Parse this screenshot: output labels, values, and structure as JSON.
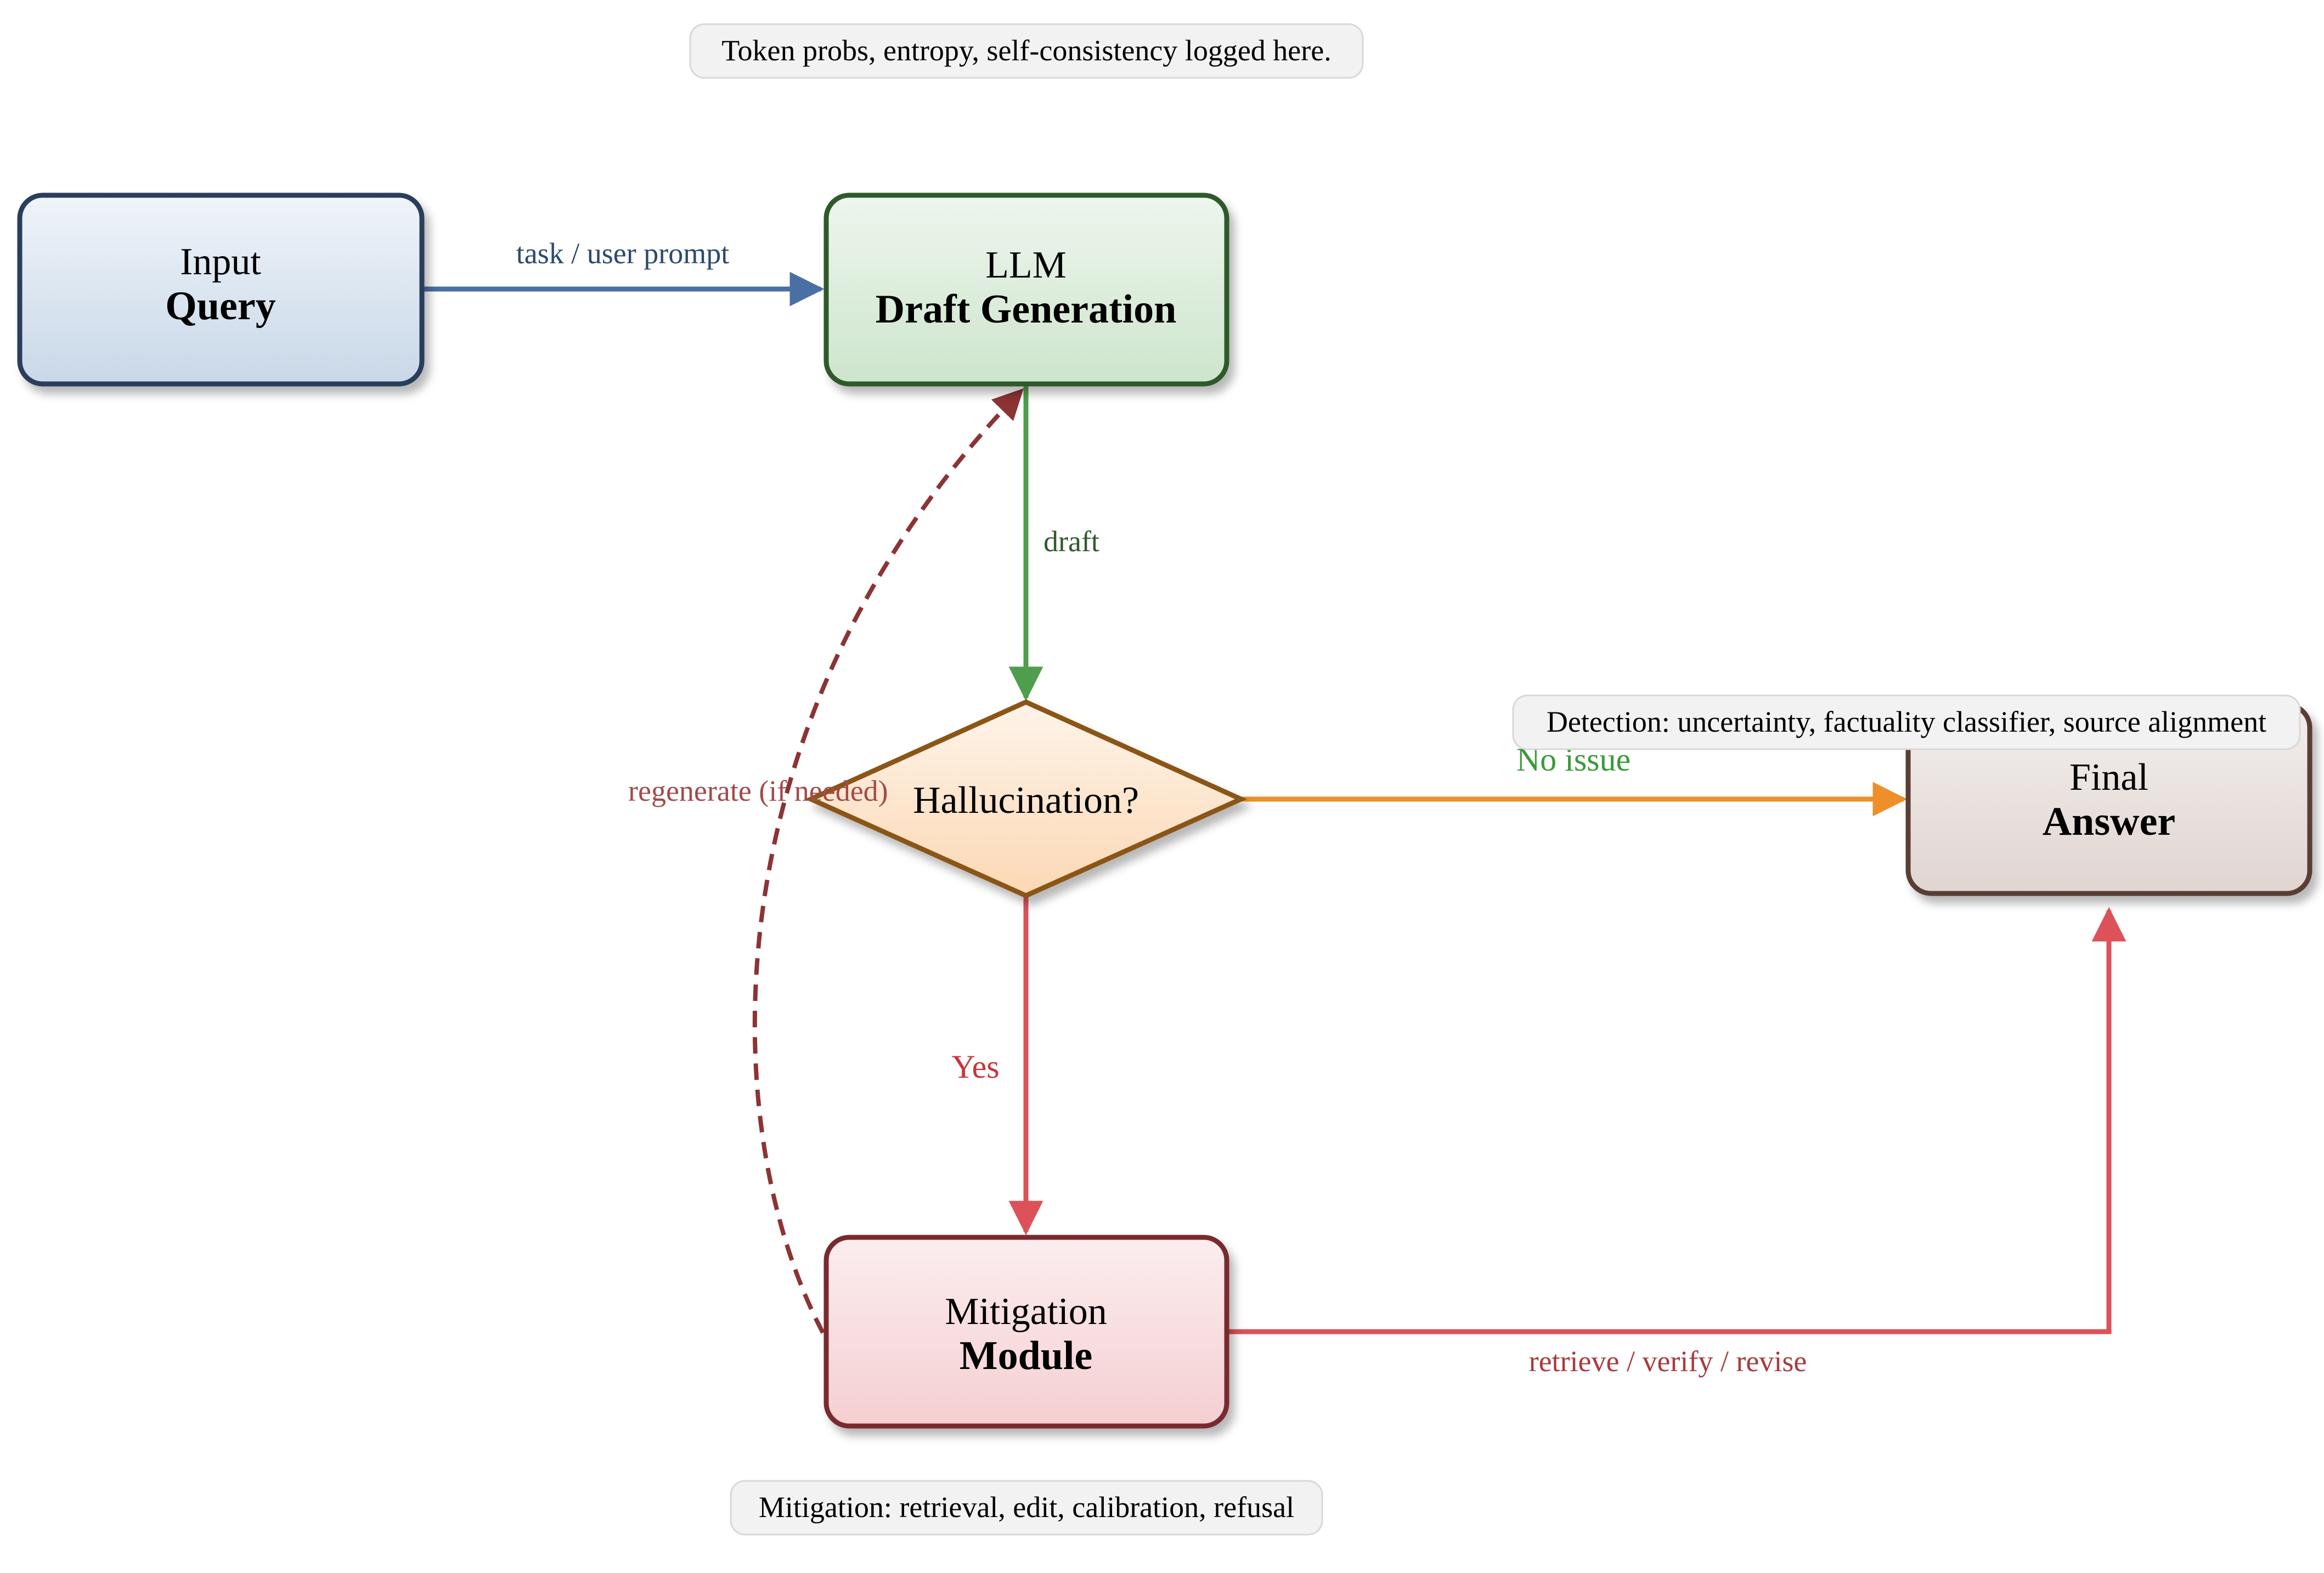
{
  "notes": {
    "top": "Token probs, entropy, self-consistency logged here.",
    "detection": "Detection: uncertainty, factuality classifier, source alignment",
    "mitigation": "Mitigation: retrieval, edit, calibration, refusal"
  },
  "nodes": {
    "input": {
      "line1": "Input",
      "line2": "Query"
    },
    "llm": {
      "line1": "LLM",
      "line2": "Draft Generation"
    },
    "decision": {
      "label": "Hallucination?"
    },
    "final": {
      "line1": "Final",
      "line2": "Answer"
    },
    "mitigation": {
      "line1": "Mitigation",
      "line2": "Module"
    }
  },
  "edges": {
    "prompt": "task / user prompt",
    "draft": "draft",
    "no_issue": "No issue",
    "yes": "Yes",
    "revise": "retrieve / verify / revise",
    "regenerate": "regenerate (if needed)"
  },
  "colors": {
    "input_stroke": "#2c3e5c",
    "llm_stroke": "#2f5a2a",
    "decision_stroke": "#8a5518",
    "final_stroke": "#5a3e36",
    "mitigation_stroke": "#7a2a2e",
    "arrow_blue": "#4a6fa5",
    "arrow_green": "#4e9e4e",
    "arrow_orange": "#ee8f2a",
    "arrow_red": "#dd5159",
    "arrow_darkred": "#8c3333"
  }
}
